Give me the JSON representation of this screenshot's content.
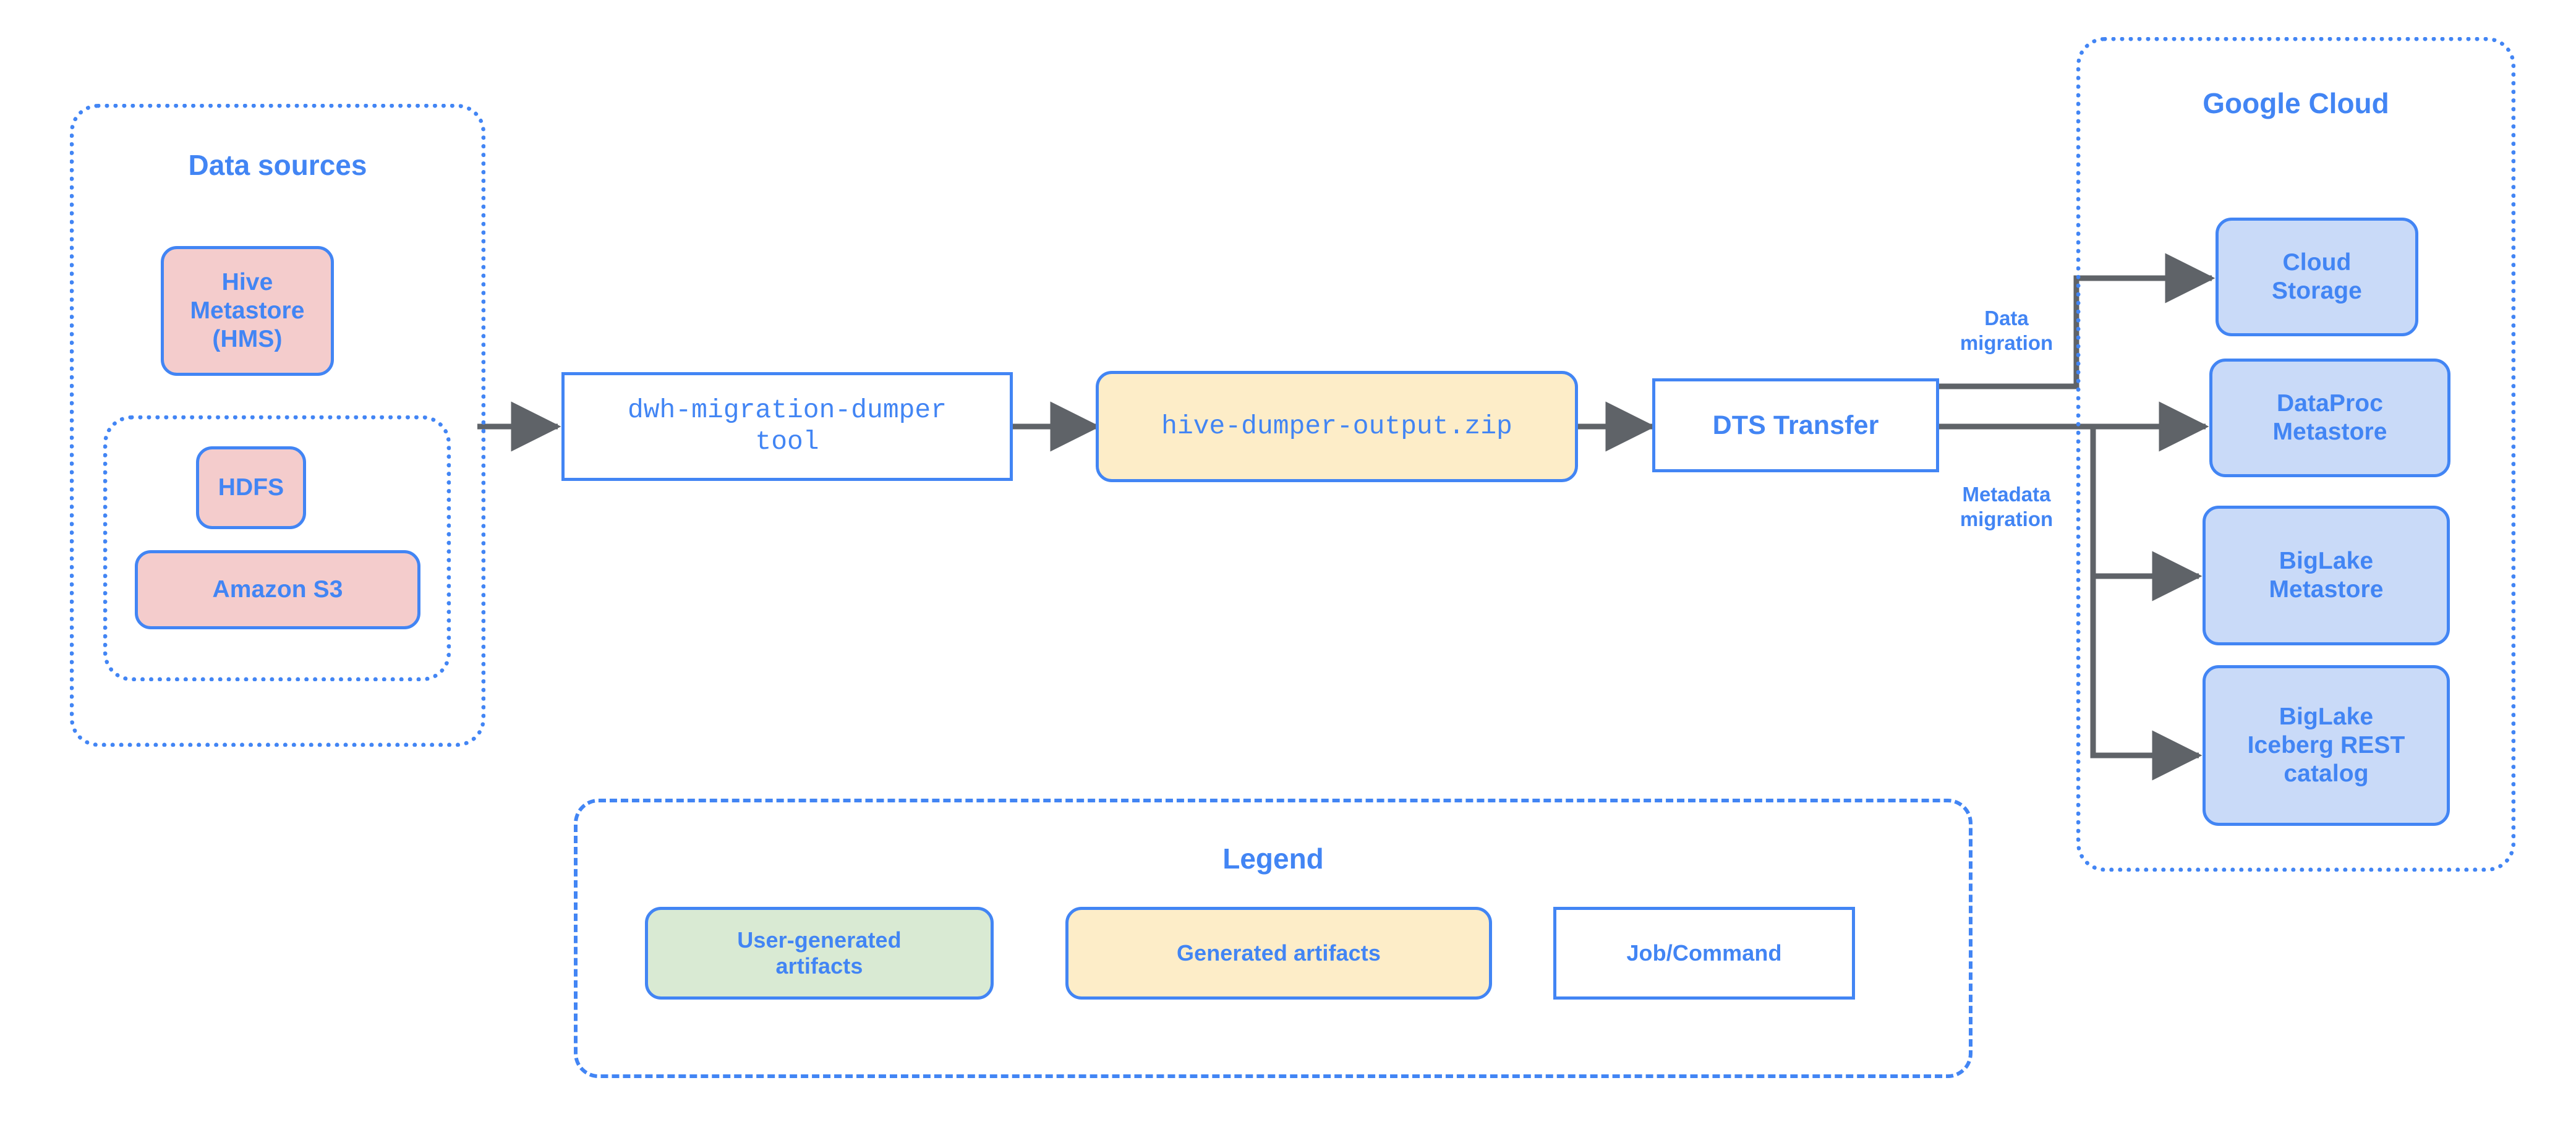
{
  "colors": {
    "accent_blue": "#4285f4",
    "source_fill_pink": "#f4cccc",
    "cloud_fill_blue": "#c9daf8",
    "generated_fill_yellow": "#fdedc8",
    "user_fill_green": "#d9ead3",
    "job_fill_white": "#ffffff",
    "connector_gray": "#5f6368"
  },
  "groups": {
    "data_sources": {
      "title": "Data sources",
      "nodes": [
        {
          "label": "Hive\nMetastore\n(HMS)",
          "fill": "pink"
        }
      ],
      "inner_group_nodes": [
        {
          "label": "HDFS",
          "fill": "pink"
        },
        {
          "label": "Amazon S3",
          "fill": "pink"
        }
      ]
    },
    "google_cloud": {
      "title": "Google Cloud",
      "nodes": [
        {
          "label": "Cloud\nStorage",
          "fill": "blue"
        },
        {
          "label": "DataProc\nMetastore",
          "fill": "blue"
        },
        {
          "label": "BigLake\nMetastore",
          "fill": "blue"
        },
        {
          "label": "BigLake\nIceberg REST\ncatalog",
          "fill": "blue"
        }
      ]
    },
    "legend": {
      "title": "Legend",
      "items": [
        {
          "label": "User-generated\nartifacts",
          "fill": "green"
        },
        {
          "label": "Generated artifacts",
          "fill": "yellow"
        },
        {
          "label": "Job/Command",
          "fill": "white"
        }
      ]
    }
  },
  "pipeline": {
    "dumper_tool": "dwh-migration-dumper\ntool",
    "dumper_output": "hive-dumper-output.zip",
    "dts_transfer": "DTS Transfer"
  },
  "edge_labels": {
    "data_migration": "Data\nmigration",
    "metadata_migration": "Metadata\nmigration"
  },
  "icons": {
    "arrow": "arrow-right-icon"
  }
}
